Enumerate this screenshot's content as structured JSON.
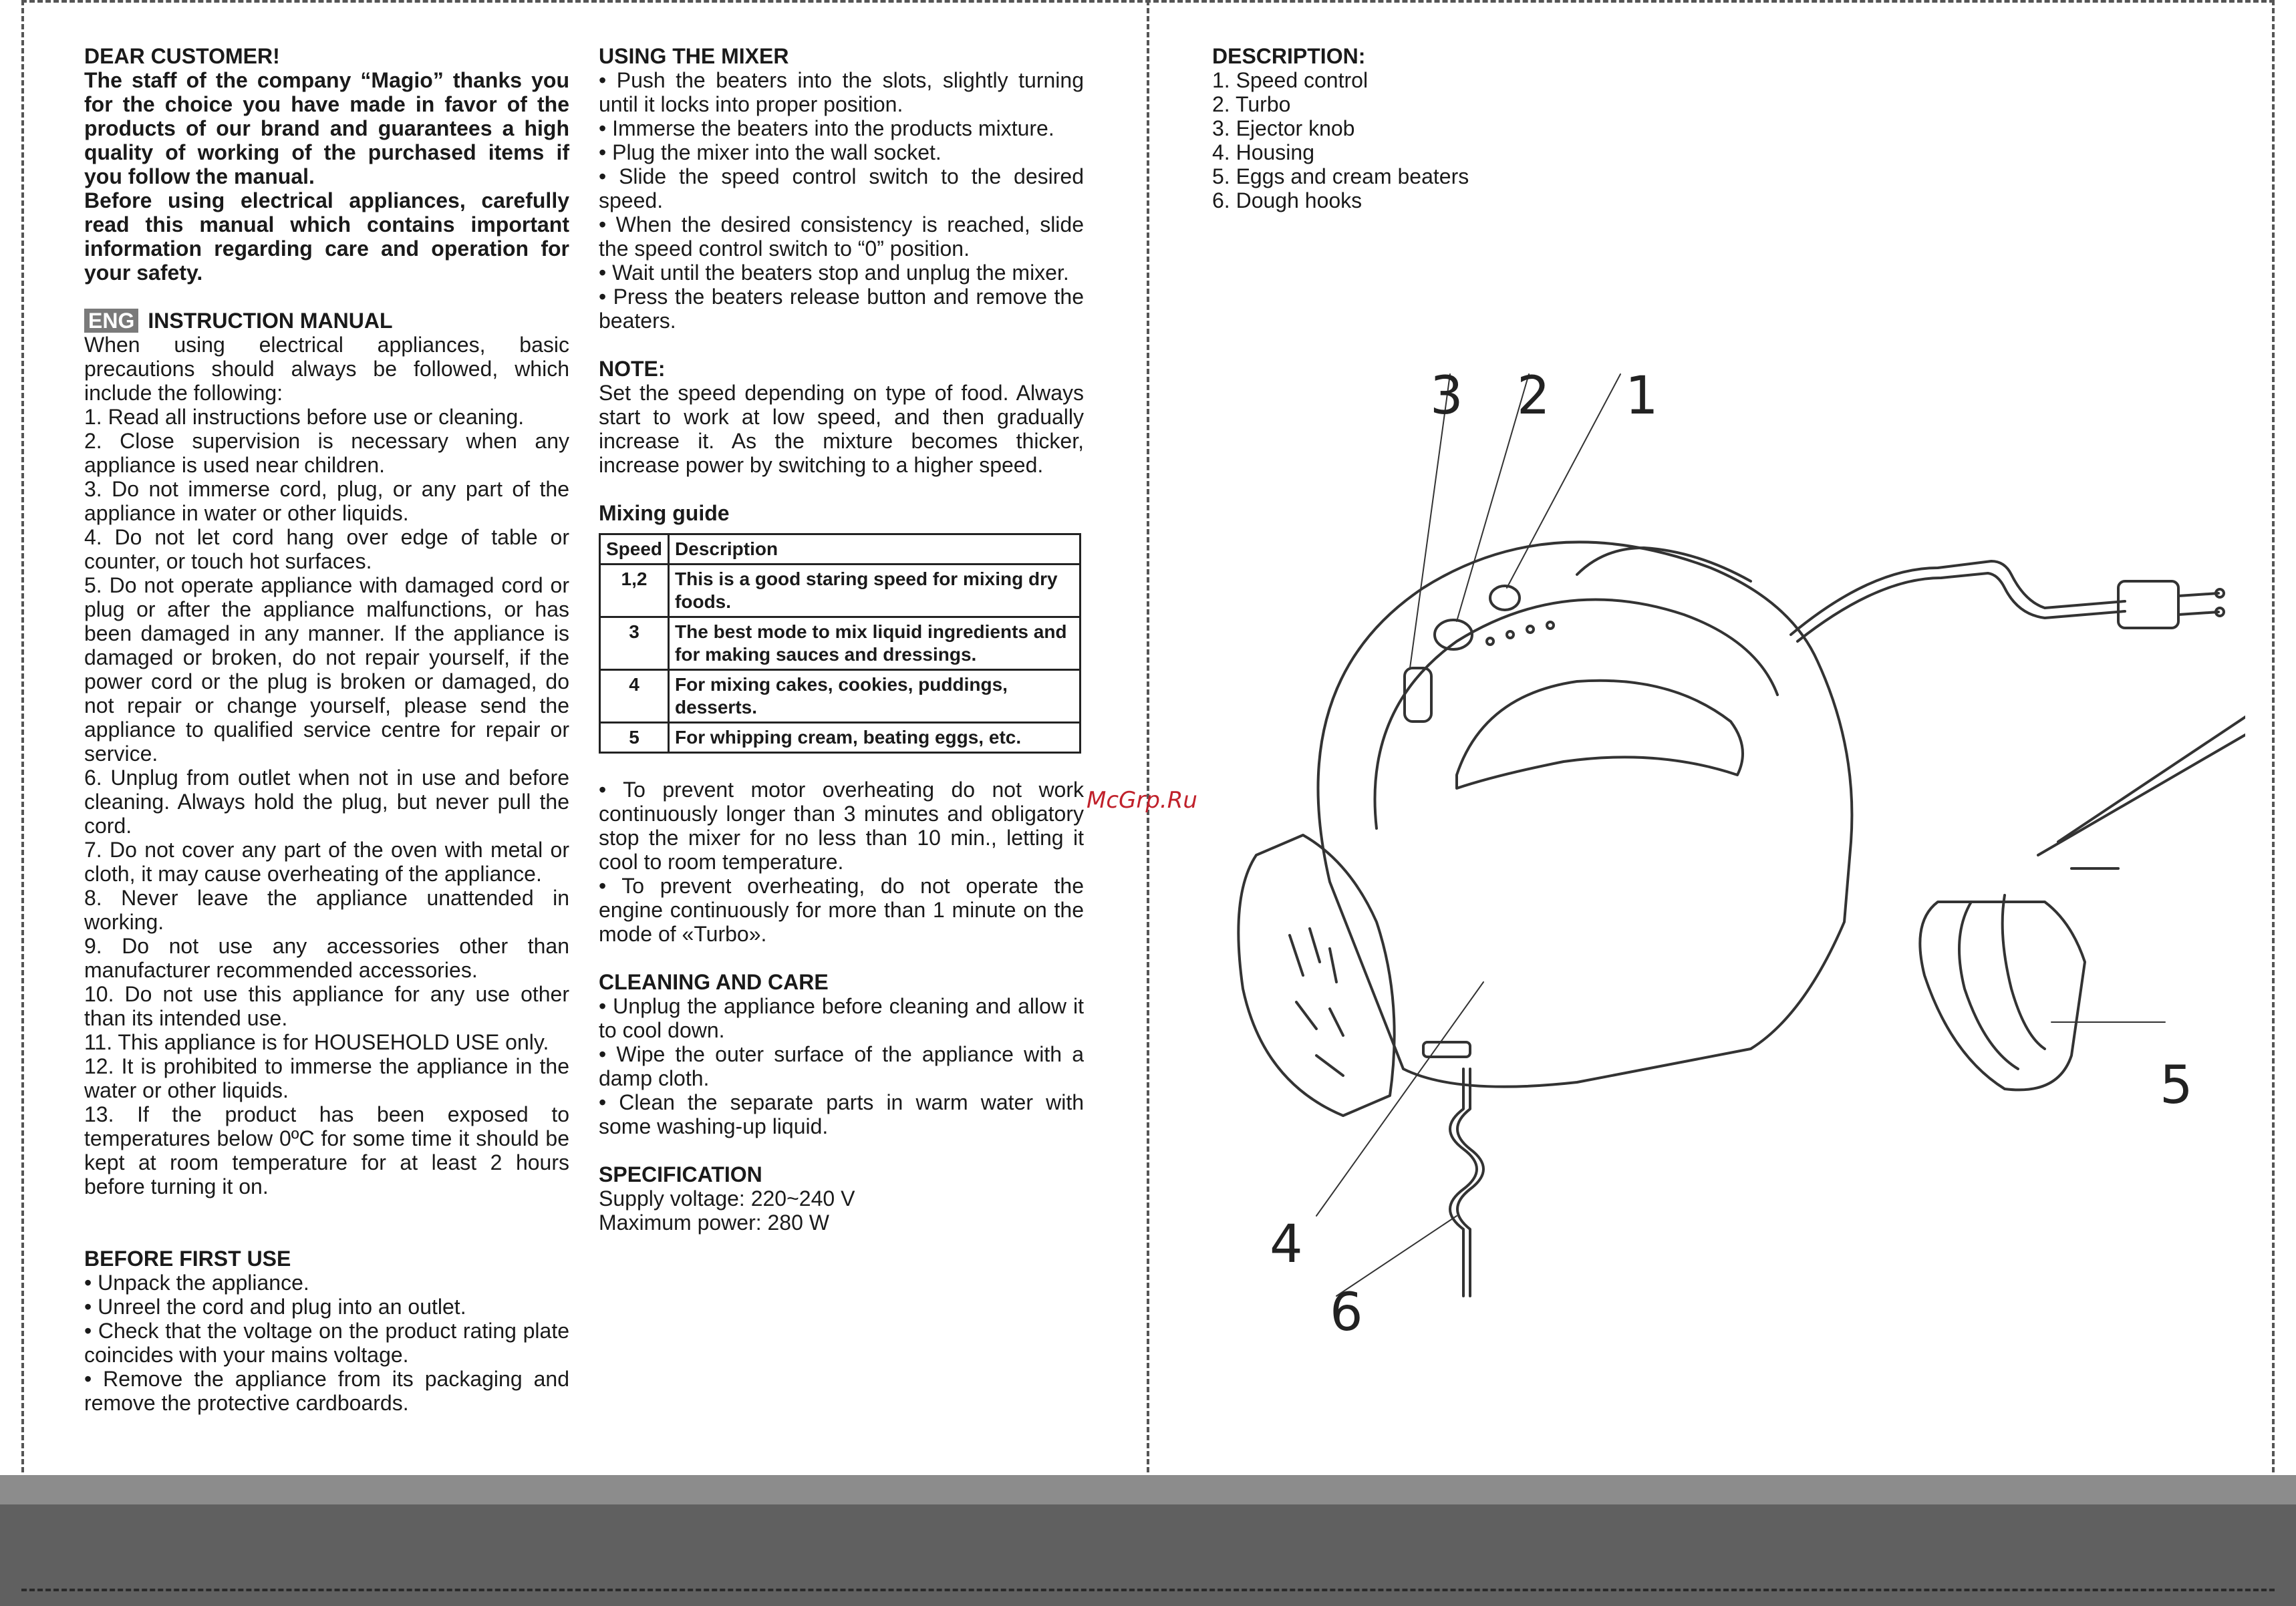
{
  "col1": {
    "dear": "DEAR CUSTOMER!",
    "intro1": "The staff of the company “Magio” thanks you for the choice you have made in favor of the products of our brand and guarantees a high quality of working of the purchased items if you follow the manual.",
    "intro2": "Before using electrical appliances, carefully read this manual which contains important information regarding care and operation for your safety.",
    "eng": "ENG",
    "manual_title": "INSTRUCTION MANUAL",
    "manual_intro": "When using electrical appliances, basic precautions should always be followed, which include the following:",
    "rules": [
      "1. Read all instructions before use or cleaning.",
      "2. Close supervision is necessary when any appliance is used near children.",
      "3. Do not immerse cord, plug, or any part of the appliance in water or other liquids.",
      "4. Do not let cord hang over edge of table or counter, or touch hot surfaces.",
      "5. Do not operate appliance with damaged cord or plug or after the appliance malfunctions, or has been damaged in any manner. If the appliance is damaged or broken, do not repair yourself, if the power cord or the plug is broken or damaged, do not repair or change yourself, please send the appliance to qualified service centre for repair or service.",
      "6. Unplug from outlet when not in use and before cleaning. Always hold the plug, but never pull the cord.",
      "7. Do not cover any part of the oven with metal or cloth, it may cause overheating of the appliance.",
      "8. Never leave the appliance unattended in working.",
      "9. Do not use any accessories other than manufacturer recommended accessories.",
      "10. Do not use this appliance for any use other than its intended use.",
      "11. This appliance is for HOUSEHOLD USE only.",
      "12. It is prohibited to immerse the appliance in the water or other liquids.",
      "13. If the product has been exposed to temperatures below 0ºC for some time it should be kept at room temperature for at least 2 hours before turning it on."
    ],
    "before_title": "BEFORE FIRST USE",
    "before": [
      "• Unpack the appliance.",
      "• Unreel the cord and plug into an outlet.",
      "• Check that the voltage on the product rating plate coincides with your mains voltage.",
      "• Remove the appliance from its packaging and remove the protective cardboards."
    ]
  },
  "col2": {
    "using_title": "USING THE MIXER",
    "using": [
      "• Push the beaters into the slots, slightly turning until it locks into proper position.",
      "• Immerse the beaters into the products mixture.",
      "• Plug the mixer into the wall socket.",
      "• Slide the speed control switch to the desired speed.",
      "• When the desired consistency is reached, slide the speed control switch to “0” position.",
      "• Wait until the beaters stop and unplug the mixer.",
      "• Press the beaters release button and remove the beaters."
    ],
    "note_title": "NOTE:",
    "note": "Set the speed depending on type of food. Always start to work at low speed, and then gradually increase it. As the mixture becomes thicker, increase power by switching to a higher speed.",
    "mixing_title": "Mixing guide",
    "table_head": [
      "Speed",
      "Description"
    ],
    "table_rows": [
      {
        "speed": "1,2",
        "desc": "This is a good staring speed for mixing dry foods."
      },
      {
        "speed": "3",
        "desc": "The best mode to mix liquid ingredients and for making sauces and dressings."
      },
      {
        "speed": "4",
        "desc": "For mixing cakes, cookies, puddings, desserts."
      },
      {
        "speed": "5",
        "desc": "For whipping cream, beating eggs, etc."
      }
    ],
    "warn": [
      "• To prevent motor overheating do not work continuously longer than 3 minutes and obligatory stop the mixer for no less than 10 min., letting it cool to room temperature.",
      "• To prevent overheating, do not operate the engine continuously for more than 1 minute on the mode of «Turbo»."
    ],
    "care_title": "CLEANING AND CARE",
    "care": [
      "• Unplug the appliance before cleaning and allow it to cool down.",
      "• Wipe the outer surface of the appliance with a damp cloth.",
      "• Clean the separate parts in warm water with some washing-up liquid."
    ],
    "spec_title": "SPECIFICATION",
    "spec": [
      "Supply voltage: 220~240 V",
      "Maximum power: 280 W"
    ]
  },
  "col3": {
    "desc_title": "DESCRIPTION:",
    "desc": [
      "1. Speed control",
      "2. Turbo",
      "3. Ejector knob",
      "4. Housing",
      "5. Eggs and cream beaters",
      "6. Dough hooks"
    ]
  },
  "diagram": {
    "callouts": [
      "3",
      "2",
      "1",
      "5",
      "4",
      "6"
    ]
  },
  "watermark": "McGrp.Ru"
}
